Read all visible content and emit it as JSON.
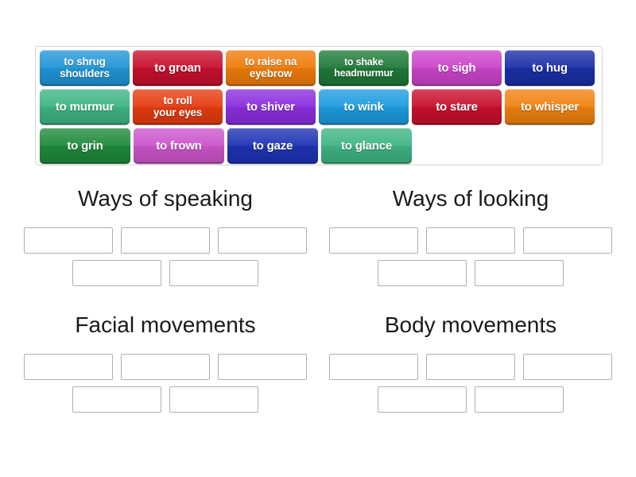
{
  "activity": {
    "type": "group-sort",
    "tile_tray": {
      "rows": [
        [
          {
            "label": "to shrug shoulders",
            "color": "#2196d8",
            "lines": 2
          },
          {
            "label": "to groan",
            "color": "#c8102e",
            "lines": 1
          },
          {
            "label": "to raise na eyebrow",
            "color": "#f07c0a",
            "lines": 2
          },
          {
            "label": "to shake headmurmur",
            "color": "#1f7a38",
            "lines": 2
          },
          {
            "label": "to sigh",
            "color": "#cc44cc",
            "lines": 1
          },
          {
            "label": "to hug",
            "color": "#1a2fa8",
            "lines": 1
          }
        ],
        [
          {
            "label": "to murmur",
            "color": "#3fb584",
            "lines": 1
          },
          {
            "label": "to roll your eyes",
            "color": "#e63c10",
            "lines": 2
          },
          {
            "label": "to shiver",
            "color": "#8b2ee0",
            "lines": 1
          },
          {
            "label": "to wink",
            "color": "#1e9ce0",
            "lines": 1
          },
          {
            "label": "to stare",
            "color": "#c8102e",
            "lines": 1
          },
          {
            "label": "to whisper",
            "color": "#f0820f",
            "lines": 1
          }
        ],
        [
          {
            "label": "to grin",
            "color": "#1f8a3c",
            "lines": 1
          },
          {
            "label": "to frown",
            "color": "#cc55cc",
            "lines": 1
          },
          {
            "label": "to gaze",
            "color": "#1f33b5",
            "lines": 1
          },
          {
            "label": "to glance",
            "color": "#3fb584",
            "lines": 1
          }
        ]
      ]
    },
    "categories": [
      {
        "title": "Ways of speaking",
        "slots_row1": 3,
        "slots_row2": 2
      },
      {
        "title": "Ways of looking",
        "slots_row1": 3,
        "slots_row2": 2
      },
      {
        "title": "Facial movements",
        "slots_row1": 3,
        "slots_row2": 2
      },
      {
        "title": "Body movements",
        "slots_row1": 3,
        "slots_row2": 2
      }
    ]
  }
}
